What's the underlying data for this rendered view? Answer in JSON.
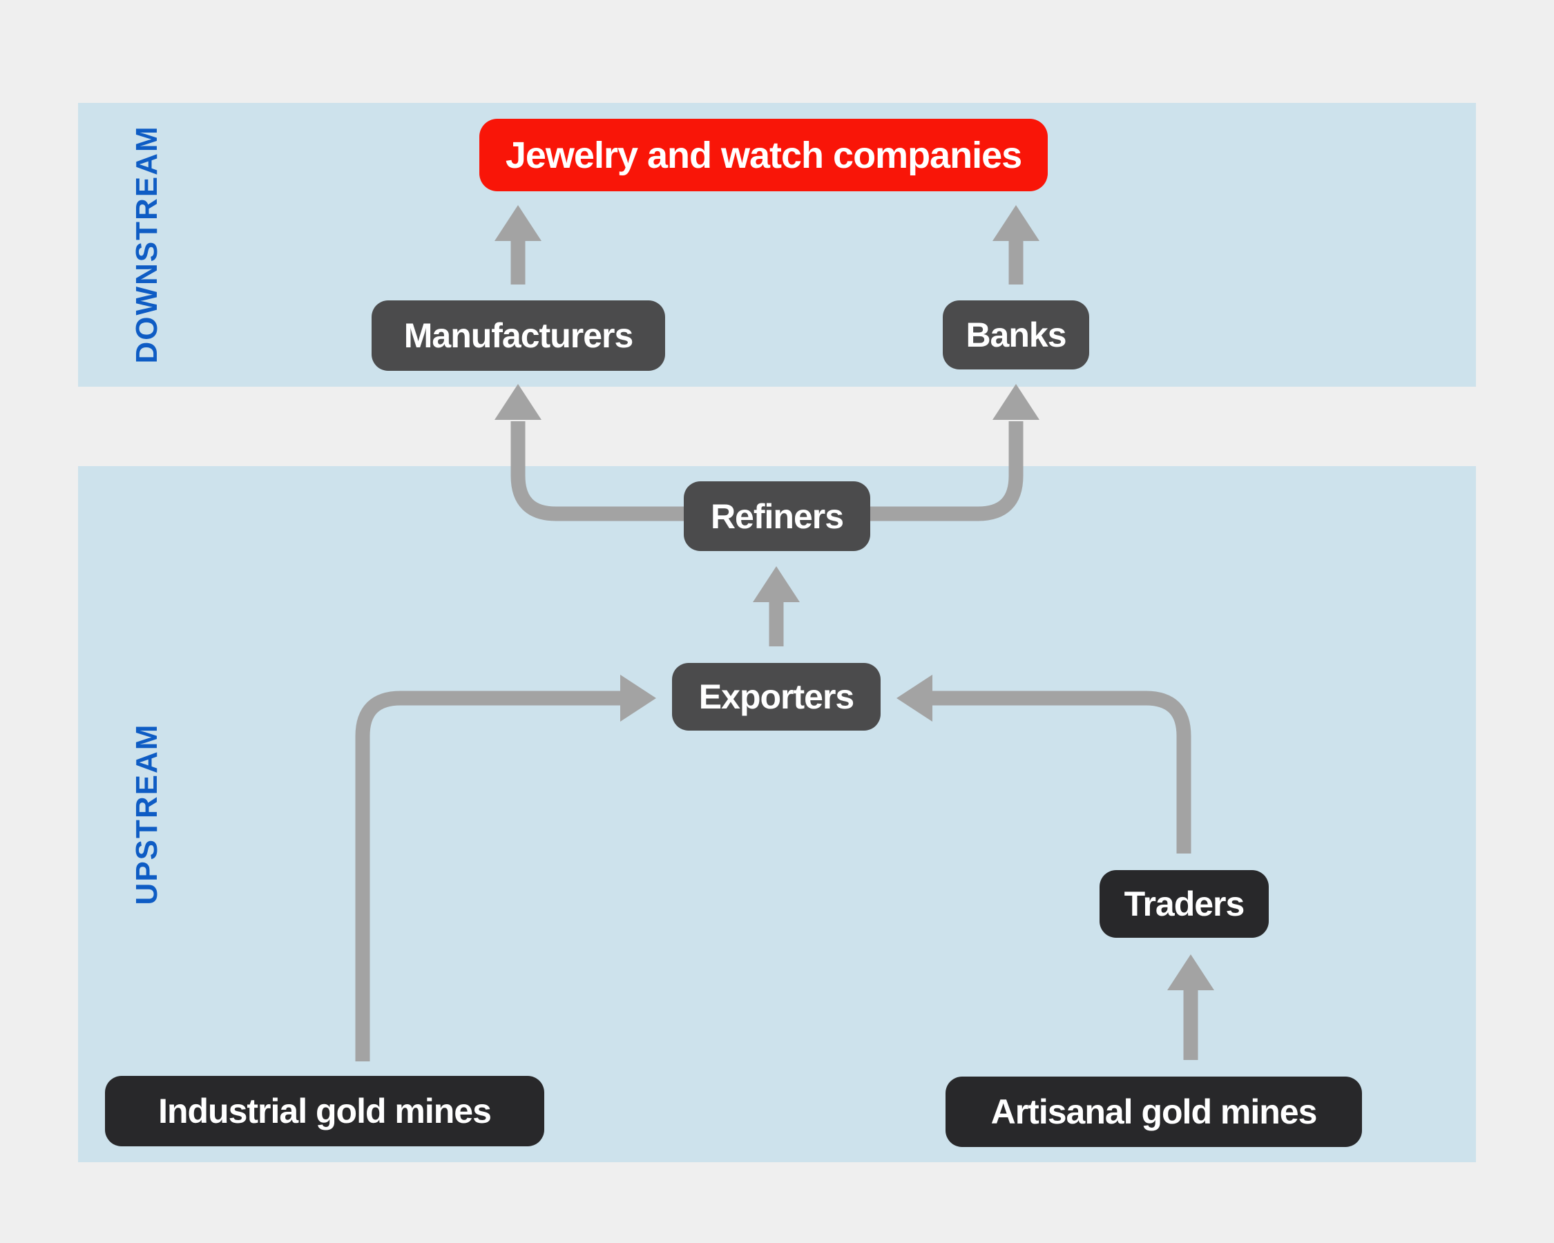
{
  "diagram": {
    "sections": {
      "downstream": {
        "label": "DOWNSTREAM"
      },
      "upstream": {
        "label": "UPSTREAM"
      }
    },
    "nodes": {
      "jewelry": {
        "label": "Jewelry and watch companies"
      },
      "manufacturers": {
        "label": "Manufacturers"
      },
      "banks": {
        "label": "Banks"
      },
      "refiners": {
        "label": "Refiners"
      },
      "exporters": {
        "label": "Exporters"
      },
      "traders": {
        "label": "Traders"
      },
      "industrial_mines": {
        "label": "Industrial gold mines"
      },
      "artisanal_mines": {
        "label": "Artisanal gold mines"
      }
    },
    "edges": [
      {
        "from": "Manufacturers",
        "to": "Jewelry and watch companies"
      },
      {
        "from": "Banks",
        "to": "Jewelry and watch companies"
      },
      {
        "from": "Refiners",
        "to": "Manufacturers"
      },
      {
        "from": "Refiners",
        "to": "Banks"
      },
      {
        "from": "Exporters",
        "to": "Refiners"
      },
      {
        "from": "Industrial gold mines",
        "to": "Exporters"
      },
      {
        "from": "Traders",
        "to": "Exporters"
      },
      {
        "from": "Artisanal gold mines",
        "to": "Traders"
      }
    ],
    "colors": {
      "band": "#cde2ec",
      "background": "#efefef",
      "accent_red": "#f91508",
      "node_dark": "#4b4b4c",
      "node_darker": "#28282a",
      "arrow": "#a3a3a3",
      "section_label_blue": "#0e5cc4",
      "text_white": "#ffffff"
    }
  }
}
